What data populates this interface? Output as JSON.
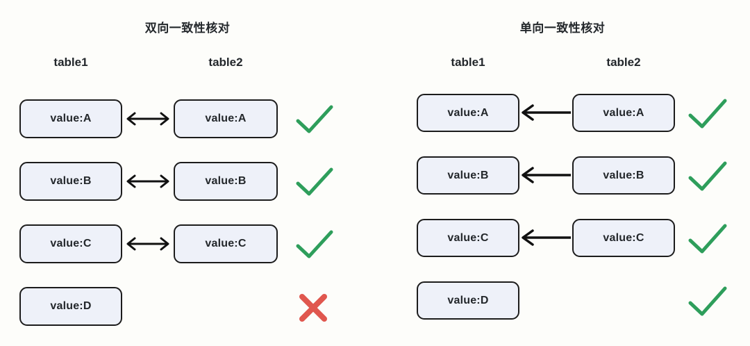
{
  "background_color": "#fdfdfa",
  "box_fill_color": "#eef1f9",
  "box_border_color": "#1c1c1c",
  "text_color": "#23272b",
  "check_color": "#2e9e5b",
  "cross_color": "#e0574e",
  "arrow_color": "#111111",
  "panels": [
    {
      "id": "bidirectional",
      "title": "双向一致性核对",
      "columns": [
        {
          "label": "table1"
        },
        {
          "label": "table2"
        }
      ],
      "rows": [
        {
          "left": "value:A",
          "right": "value:A",
          "arrow": "double",
          "result": "check"
        },
        {
          "left": "value:B",
          "right": "value:B",
          "arrow": "double",
          "result": "check"
        },
        {
          "left": "value:C",
          "right": "value:C",
          "arrow": "double",
          "result": "check"
        },
        {
          "left": "value:D",
          "right": "",
          "arrow": "none",
          "result": "cross"
        }
      ]
    },
    {
      "id": "unidirectional",
      "title": "单向一致性核对",
      "columns": [
        {
          "label": "table1"
        },
        {
          "label": "table2"
        }
      ],
      "rows": [
        {
          "left": "value:A",
          "right": "value:A",
          "arrow": "left",
          "result": "check"
        },
        {
          "left": "value:B",
          "right": "value:B",
          "arrow": "left",
          "result": "check"
        },
        {
          "left": "value:C",
          "right": "value:C",
          "arrow": "left",
          "result": "check"
        },
        {
          "left": "value:D",
          "right": "",
          "arrow": "none",
          "result": "check"
        }
      ]
    }
  ],
  "icons": {
    "check": "check-icon",
    "cross": "cross-icon",
    "arrow_double": "double-arrow-icon",
    "arrow_left": "left-arrow-icon"
  }
}
